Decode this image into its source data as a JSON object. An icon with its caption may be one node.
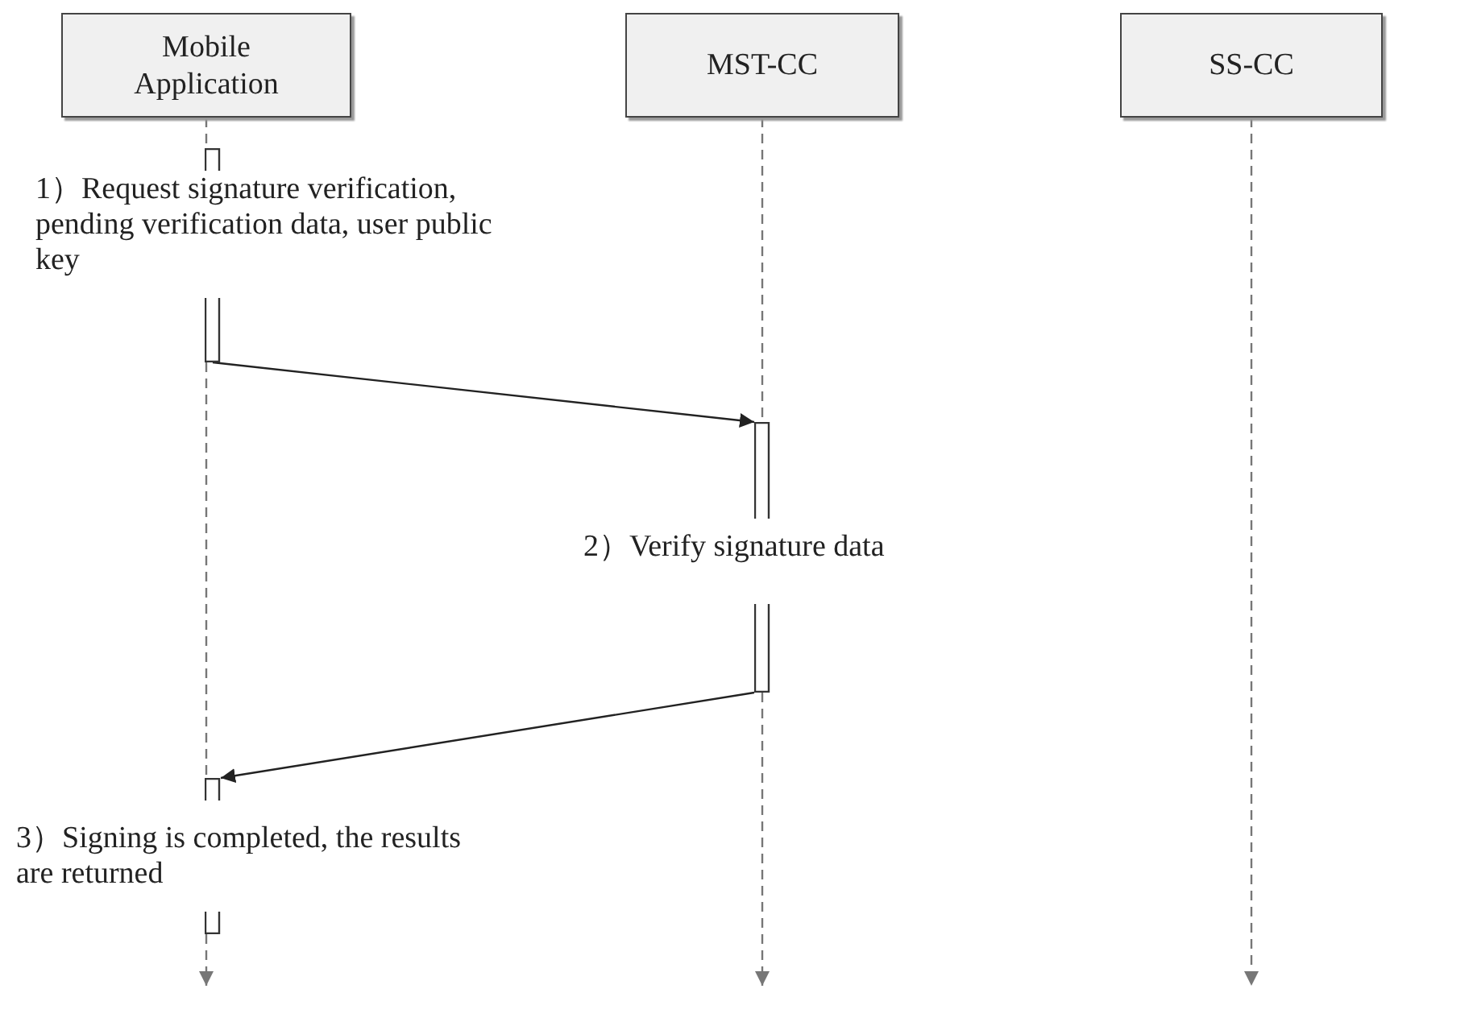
{
  "diagram": {
    "nodes": [
      {
        "text": [
          "Mobile Application"
        ]
      },
      {
        "text": [
          "MST-CC"
        ]
      },
      {
        "text": [
          "SS-CC"
        ]
      },
      {
        "text": [],
        "shape": "bar"
      },
      {
        "text": [],
        "shape": "bar"
      },
      {
        "text": [],
        "shape": "bar"
      },
      {
        "text": [],
        "shape": "bar"
      },
      {
        "text": [],
        "shape": "bar"
      },
      {
        "text": [],
        "shape": "bar"
      }
    ],
    "edges": [
      {
        "from": 0,
        "to": null,
        "arrow": "to",
        "style": "dashed",
        "color": "#777777"
      },
      {
        "from": 1,
        "to": null,
        "arrow": "to",
        "style": "dashed",
        "color": "#777777"
      },
      {
        "from": 2,
        "to": null,
        "arrow": "to",
        "style": "dashed",
        "color": "#777777"
      },
      {
        "from": 4,
        "to": 5,
        "arrow": "to"
      },
      {
        "from": 6,
        "to": 7,
        "arrow": "to"
      }
    ],
    "labels": [
      "1）Request signature verification, pending verification data, user public key",
      "2）Verify signature data",
      "3）Signing is completed, the results are returned"
    ]
  }
}
